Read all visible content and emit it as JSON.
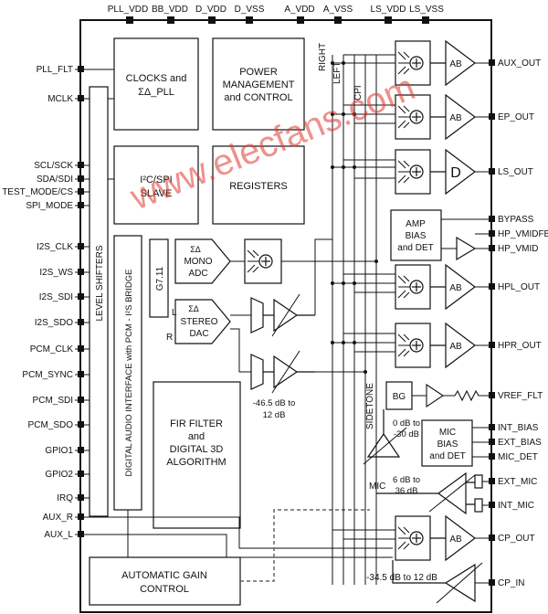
{
  "top_pins": [
    "PLL_VDD",
    "BB_VDD",
    "D_VDD",
    "D_VSS",
    "A_VDD",
    "A_VSS",
    "LS_VDD",
    "LS_VSS"
  ],
  "left_pins": [
    "PLL_FLT",
    "MCLK",
    "SCL/SCK",
    "SDA/SDI",
    "TEST_MODE/CS",
    "SPI_MODE",
    "I2S_CLK",
    "I2S_WS",
    "I2S_SDI",
    "I2S_SDO",
    "PCM_CLK",
    "PCM_SYNC",
    "PCM_SDI",
    "PCM_SDO",
    "GPIO1",
    "GPIO2",
    "IRQ",
    "AUX_R",
    "AUX_L"
  ],
  "right_pins": [
    "AUX_OUT",
    "EP_OUT",
    "LS_OUT",
    "BYPASS",
    "HP_VMIDFB",
    "HP_VMID",
    "HPL_OUT",
    "HPR_OUT",
    "VREF_FLT",
    "INT_BIAS",
    "EXT_BIAS",
    "MIC_DET",
    "EXT_MIC",
    "INT_MIC",
    "CP_OUT",
    "CP_IN"
  ],
  "blocks": {
    "clocks_1": "CLOCKS and",
    "clocks_2": "ΣΔ_PLL",
    "power_1": "POWER",
    "power_2": "MANAGEMENT",
    "power_3": "and CONTROL",
    "i2c_1": "I²C/SPI",
    "i2c_2": "SLAVE",
    "registers": "REGISTERS",
    "level_shifters": "LEVEL SHIFTERS",
    "digital_interface": "DIGITAL AUDIO INTERFACE with PCM - I²S BRIDGE",
    "g711": "G7.11",
    "mono_adc_1": "ΣΔ",
    "mono_adc_2": "MONO",
    "mono_adc_3": "ADC",
    "stereo_dac_1": "ΣΔ",
    "stereo_dac_2": "STEREO",
    "stereo_dac_3": "DAC",
    "fir_1": "FIR FILTER",
    "fir_2": "and",
    "fir_3": "DIGITAL 3D",
    "fir_4": "ALGORITHM",
    "agc_1": "AUTOMATIC GAIN",
    "agc_2": "CONTROL",
    "amp_bias_1": "AMP",
    "amp_bias_2": "BIAS",
    "amp_bias_3": "and DET",
    "bg": "BG",
    "mic_bias_1": "MIC",
    "mic_bias_2": "BIAS",
    "mic_bias_3": "and DET"
  },
  "amps": [
    "AB",
    "AB",
    "D",
    "AB",
    "AB",
    "AB"
  ],
  "labels": {
    "right": "RIGHT",
    "left": "LEFT",
    "cpi": "CPI",
    "sidetone": "SIDETONE",
    "mic": "MIC",
    "l": "L",
    "r": "R",
    "gain_dac_1": "-46.5 dB to",
    "gain_dac_2": "12 dB",
    "gain_sidetone_1": "0 dB to",
    "gain_sidetone_2": "-30 dB",
    "gain_mic_1": "6 dB to",
    "gain_mic_2": "36 dB",
    "gain_cp": "-34.5 dB to 12 dB"
  },
  "watermark": "www.elecfans.com"
}
